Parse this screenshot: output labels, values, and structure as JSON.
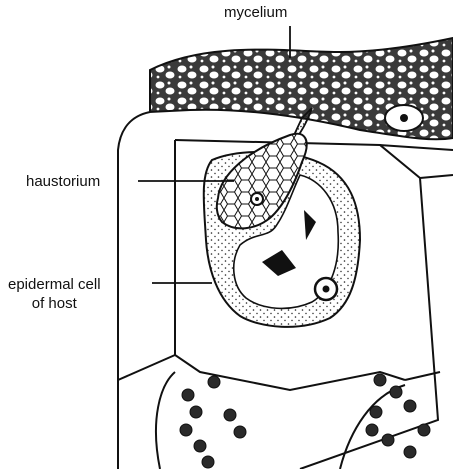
{
  "labels": {
    "mycelium": "mycelium",
    "haustorium": "haustorium",
    "epidermal_line1": "epidermal cell",
    "epidermal_line2": "of host"
  },
  "colors": {
    "ink": "#111111",
    "background": "#ffffff"
  }
}
